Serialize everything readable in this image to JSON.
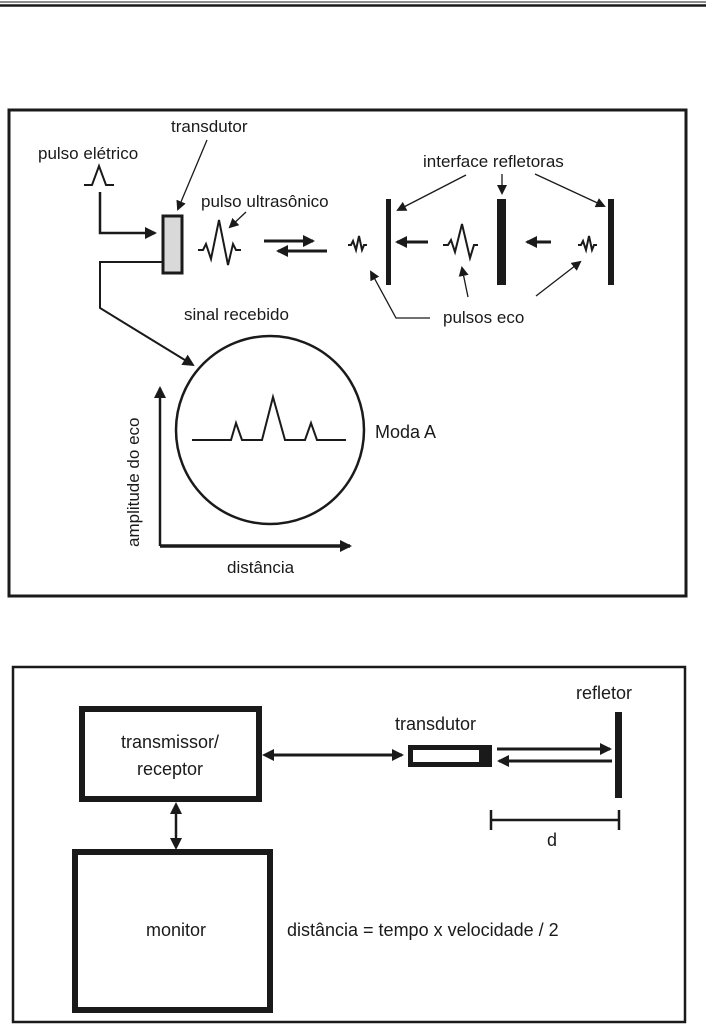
{
  "figure1": {
    "labels": {
      "transducer": "transdutor",
      "electric_pulse": "pulso elétrico",
      "ultrasonic_pulse": "pulso ultrasônico",
      "reflecting_interfaces": "interface refletoras",
      "received_signal": "sinal recebido",
      "echo_pulses": "pulsos eco",
      "mode": "Moda A",
      "y_axis": "amplitude do eco",
      "x_axis": "distância"
    }
  },
  "figure2": {
    "labels": {
      "transmitter_line1": "transmissor/",
      "transmitter_line2": "receptor",
      "transducer": "transdutor",
      "reflector": "refletor",
      "distance_symbol": "d",
      "monitor": "monitor",
      "formula": "distância = tempo x velocidade / 2"
    }
  }
}
